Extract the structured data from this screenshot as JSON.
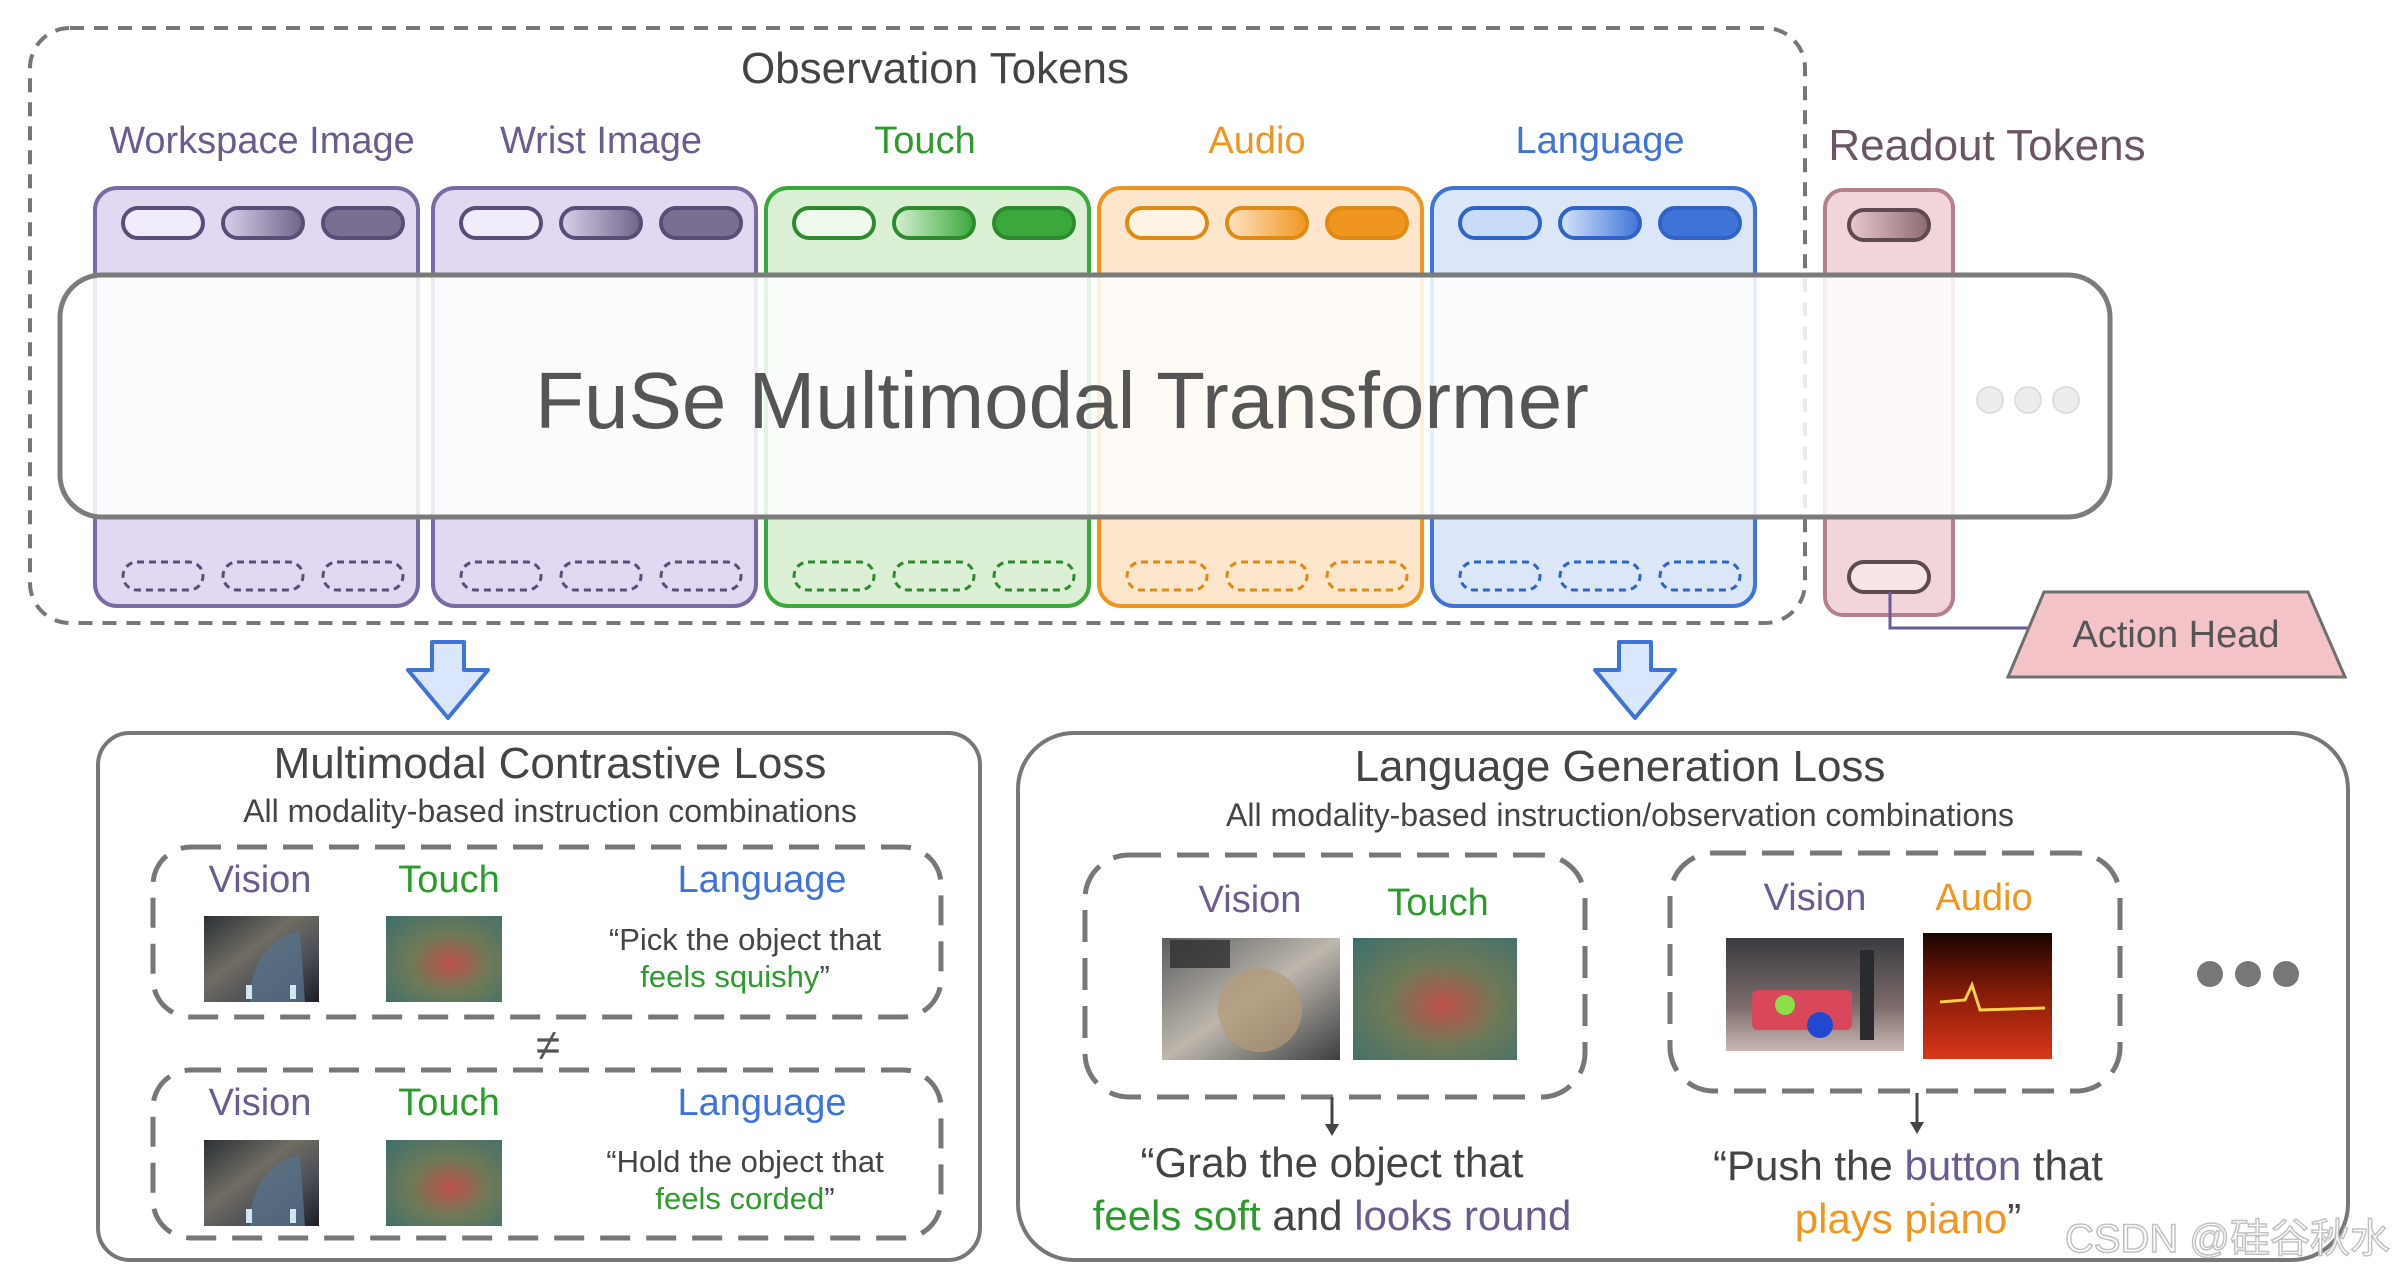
{
  "top": {
    "observation_title": "Observation Tokens",
    "readout_title": "Readout Tokens",
    "transformer_label": "FuSe Multimodal Transformer",
    "action_head_label": "Action Head",
    "modalities": [
      {
        "name": "Workspace Image",
        "color": "#6b5b8f"
      },
      {
        "name": "Wrist Image",
        "color": "#6b5b8f"
      },
      {
        "name": "Touch",
        "color": "#2e9a2e"
      },
      {
        "name": "Audio",
        "color": "#f0961e"
      },
      {
        "name": "Language",
        "color": "#3f73d8"
      }
    ]
  },
  "contrastive": {
    "title": "Multimodal Contrastive Loss",
    "subtitle": "All modality-based instruction combinations",
    "not_equal": "≠",
    "pairs": [
      {
        "vision": "Vision",
        "touch": "Touch",
        "language": "Language",
        "quote_line1": "“Pick the object that",
        "quote_line2": "feels squishy",
        "quote_close": "”"
      },
      {
        "vision": "Vision",
        "touch": "Touch",
        "language": "Language",
        "quote_line1": "“Hold the object that",
        "quote_line2": "feels corded",
        "quote_close": "”"
      }
    ]
  },
  "generation": {
    "title": "Language Generation Loss",
    "subtitle": "All modality-based instruction/observation combinations",
    "examples": [
      {
        "label_a": "Vision",
        "label_b": "Touch",
        "line1": "“Grab the object that",
        "line2_a": "feels soft",
        "line2_and": " and ",
        "line2_b": "looks round"
      },
      {
        "label_a": "Vision",
        "label_b": "Audio",
        "line1_a": "“Push the ",
        "line1_b": "button",
        "line1_c": " that",
        "line2_a": "plays piano",
        "line2_b": "”"
      }
    ]
  },
  "watermark": "CSDN @硅谷秋水",
  "colors": {
    "purple": "#6b5b8f",
    "green": "#2e9a2e",
    "orange": "#f0961e",
    "blue": "#3f73d8",
    "gray_text": "#555555"
  }
}
